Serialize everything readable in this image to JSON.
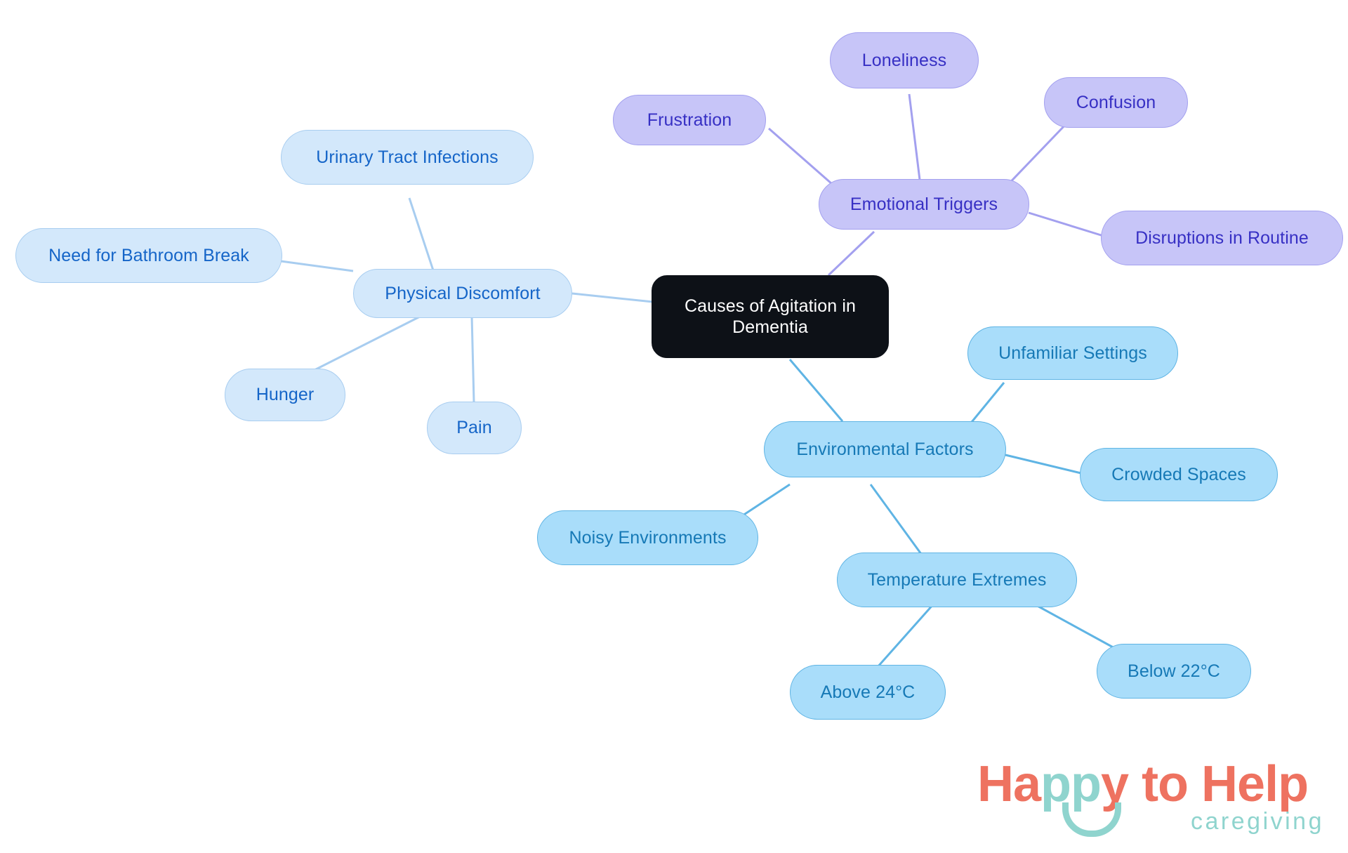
{
  "diagram": {
    "type": "mindmap",
    "title": "Causes of Agitation in Dementia",
    "background": "#ffffff",
    "palette": {
      "root_fill": "#0d1117",
      "root_text": "#ffffff",
      "purple_fill": "#c7c5f8",
      "purple_border": "#a3a0ef",
      "purple_text": "#3730c4",
      "blue_fill": "#d3e8fb",
      "blue_border": "#a8cdf0",
      "blue_text": "#1565c8",
      "cyan_fill": "#a9ddfa",
      "cyan_border": "#5fb4e4",
      "cyan_text": "#1679b6"
    },
    "root": {
      "label": "Causes of Agitation in\nDementia"
    },
    "branches": [
      {
        "id": "physical-discomfort",
        "label": "Physical Discomfort",
        "color": "blue",
        "children": [
          {
            "id": "urinary-tract-infections",
            "label": "Urinary Tract Infections"
          },
          {
            "id": "need-for-bathroom-break",
            "label": "Need for Bathroom Break"
          },
          {
            "id": "hunger",
            "label": "Hunger"
          },
          {
            "id": "pain",
            "label": "Pain"
          }
        ]
      },
      {
        "id": "emotional-triggers",
        "label": "Emotional Triggers",
        "color": "purple",
        "children": [
          {
            "id": "frustration",
            "label": "Frustration"
          },
          {
            "id": "loneliness",
            "label": "Loneliness"
          },
          {
            "id": "confusion",
            "label": "Confusion"
          },
          {
            "id": "disruptions-in-routine",
            "label": "Disruptions in Routine"
          }
        ]
      },
      {
        "id": "environmental-factors",
        "label": "Environmental Factors",
        "color": "cyan",
        "children": [
          {
            "id": "unfamiliar-settings",
            "label": "Unfamiliar Settings"
          },
          {
            "id": "crowded-spaces",
            "label": "Crowded Spaces"
          },
          {
            "id": "noisy-environments",
            "label": "Noisy Environments"
          },
          {
            "id": "temperature-extremes",
            "label": "Temperature Extremes",
            "children": [
              {
                "id": "above-24c",
                "label": "Above 24°C"
              },
              {
                "id": "below-22c",
                "label": "Below 22°C"
              }
            ]
          }
        ]
      }
    ]
  },
  "logo": {
    "word_happy": "Ha",
    "word_pp": "pp",
    "word_y": "y",
    "word_to_help": " to Help",
    "tagline": "caregiving"
  }
}
